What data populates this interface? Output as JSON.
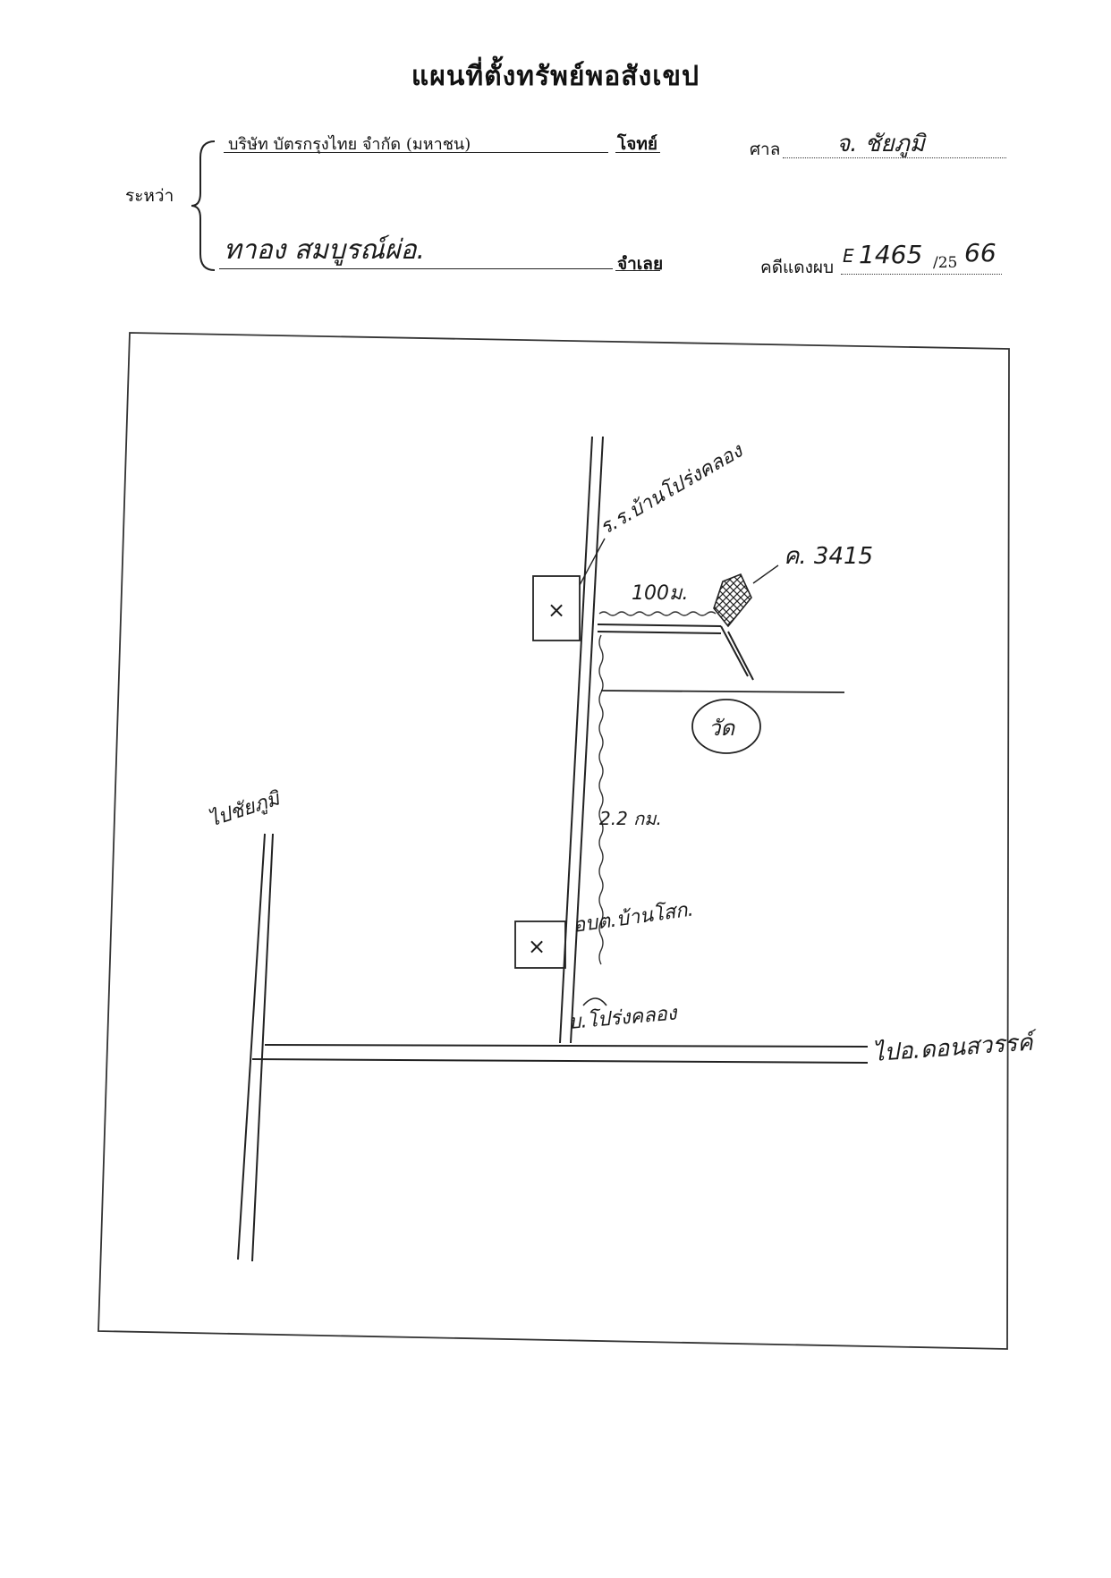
{
  "header": {
    "title": "แผนที่ตั้งทรัพย์พอสังเขป",
    "between_label": "ระหว่า",
    "plaintiff_name": "บริษัท บัตรกรุงไทย จำกัด (มหาชน)",
    "plaintiff_role": "โจทย์",
    "court_label": "ศาล",
    "court_value": "จ. ชัยภูมิ",
    "defendant_name": "ทาอง สมบูรณ์ผ่อ.",
    "defendant_role": "จำเลย",
    "case_label": "คดีแดงผบ",
    "case_prefix": "E",
    "case_number": "1465",
    "case_mid": "/25",
    "case_year": "66"
  },
  "map": {
    "label_school": "ร.ร.บ้านโปร่งคลอง",
    "label_school_box": "×",
    "label_deed": "ค. 3415",
    "label_distance": "100ม.",
    "label_temple": "วัด",
    "label_road_distance": "2.2 กม.",
    "label_sao_box": "×",
    "label_sao": "อบต.บ้านโสก.",
    "label_junction": "บ.โปร่งคลอง",
    "label_to_chaiyaphum": "ไปชัยภูมิ",
    "label_to_dok": "ไปอ.ดอนสวรรค์"
  }
}
